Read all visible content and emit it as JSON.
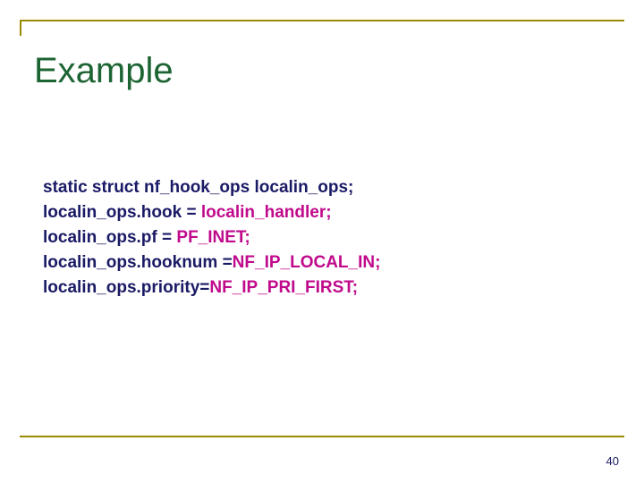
{
  "slide": {
    "title": "Example",
    "page_number": "40",
    "colors": {
      "title_text": "#1d6433",
      "rule": "#9a8a06",
      "code_dark": "#1a1a66",
      "code_accent": "#c00a8c",
      "background": "#ffffff"
    },
    "code_lines": [
      {
        "segments": [
          {
            "text": "static struct nf_hook_ops localin_ops;",
            "style": "dark"
          }
        ]
      },
      {
        "segments": [
          {
            "text": "localin_ops.hook = ",
            "style": "dark"
          },
          {
            "text": "localin_handler;",
            "style": "accent"
          }
        ]
      },
      {
        "segments": [
          {
            "text": "localin_ops.pf = ",
            "style": "dark"
          },
          {
            "text": "PF_INET;",
            "style": "accent"
          }
        ]
      },
      {
        "segments": [
          {
            "text": "localin_ops.hooknum =",
            "style": "dark"
          },
          {
            "text": "NF_IP_LOCAL_IN;",
            "style": "accent"
          }
        ]
      },
      {
        "segments": [
          {
            "text": "localin_ops.priority=",
            "style": "dark"
          },
          {
            "text": "NF_IP_PRI_FIRST;",
            "style": "accent"
          }
        ]
      }
    ]
  }
}
